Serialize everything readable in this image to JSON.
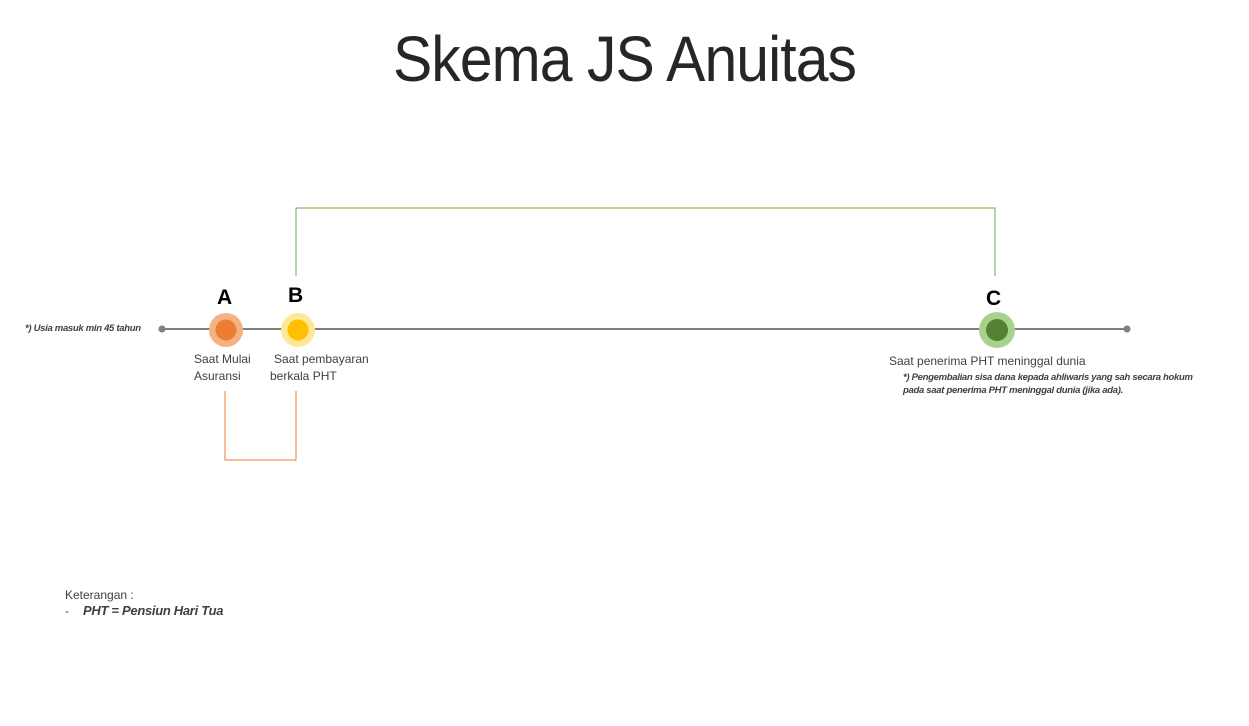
{
  "title": "Skema JS Anuitas",
  "timeline": {
    "start_note": "*) Usia masuk min 45 tahun",
    "points": [
      {
        "letter": "A",
        "label_line1": "Saat Mulai",
        "label_line2": "Asuransi",
        "color": "#ED7D31",
        "halo": "#F4B183"
      },
      {
        "letter": "B",
        "label_line1": "Saat pembayaran",
        "label_line2": "berkala PHT",
        "color": "#FFC000",
        "halo": "#FFE699"
      },
      {
        "letter": "C",
        "label_line1": "Saat penerima PHT meninggal  dunia",
        "color": "#548235",
        "halo": "#A9D18E"
      }
    ],
    "c_note_line1": "*) Pengembalian sisa dana kepada ahliwaris yang sah secara hokum",
    "c_note_line2": "pada saat penerima PHT meninggal dunia (jika ada).",
    "line_color": "#7F7F7F",
    "bracket_top_color": "#70AD47",
    "bracket_bottom_color": "#ED7D31"
  },
  "legend": {
    "heading": "Keterangan  :",
    "dash": "-",
    "item": "PHT = Pensiun Hari Tua"
  }
}
